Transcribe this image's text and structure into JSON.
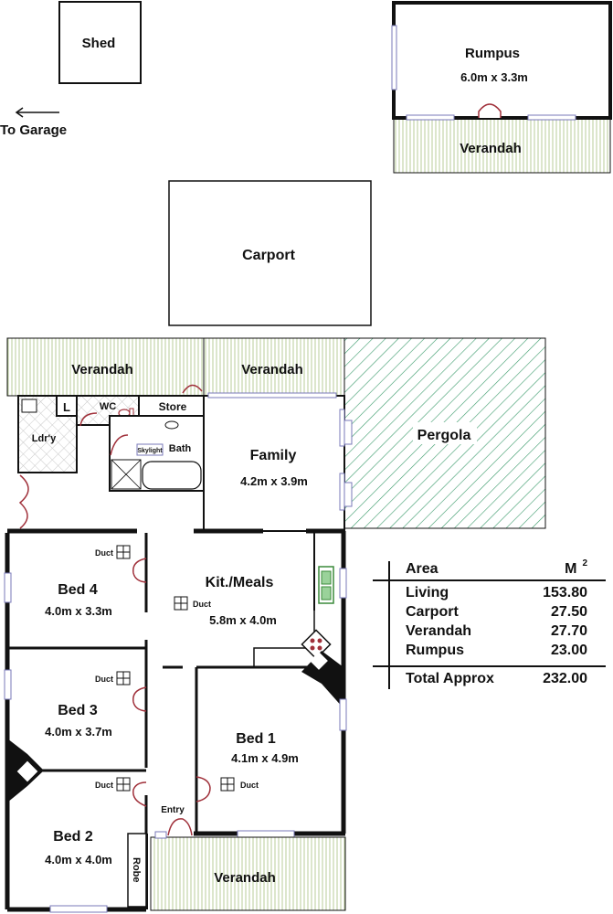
{
  "rooms": {
    "shed": "Shed",
    "rumpus": "Rumpus",
    "rumpus_dim": "6.0m x 3.3m",
    "verandah_rumpus": "Verandah",
    "carport": "Carport",
    "to_garage": "To Garage",
    "verandah_left": "Verandah",
    "verandah_mid": "Verandah",
    "verandah_bottom": "Verandah",
    "pergola": "Pergola",
    "family": "Family",
    "family_dim": "4.2m x 3.9m",
    "laundry": "Ldr'y",
    "linen": "L",
    "wc": "WC",
    "store": "Store",
    "skylight": "Skylight",
    "bath": "Bath",
    "kitchen": "Kit./Meals",
    "kitchen_dim": "5.8m x 4.0m",
    "bed4": "Bed 4",
    "bed4_dim": "4.0m x 3.3m",
    "bed3": "Bed 3",
    "bed3_dim": "4.0m x 3.7m",
    "bed2": "Bed 2",
    "bed2_dim": "4.0m x 4.0m",
    "bed1": "Bed 1",
    "bed1_dim": "4.1m x 4.9m",
    "entry": "Entry",
    "robe": "Robe",
    "duct": "Duct"
  },
  "area_table": {
    "header_label": "Area",
    "header_unit": "M",
    "header_sup": "2",
    "rows": [
      {
        "label": "Living",
        "value": "153.80"
      },
      {
        "label": "Carport",
        "value": "27.50"
      },
      {
        "label": "Verandah",
        "value": "27.70"
      },
      {
        "label": "Rumpus",
        "value": "23.00"
      }
    ],
    "total_label": "Total Approx",
    "total_value": "232.00"
  },
  "colors": {
    "wall": "#111111",
    "verandah_hatch": "#c8d8b0",
    "pergola_hatch": "#3a9a6a",
    "door": "#a0303a",
    "window": "#7a7ab8"
  }
}
